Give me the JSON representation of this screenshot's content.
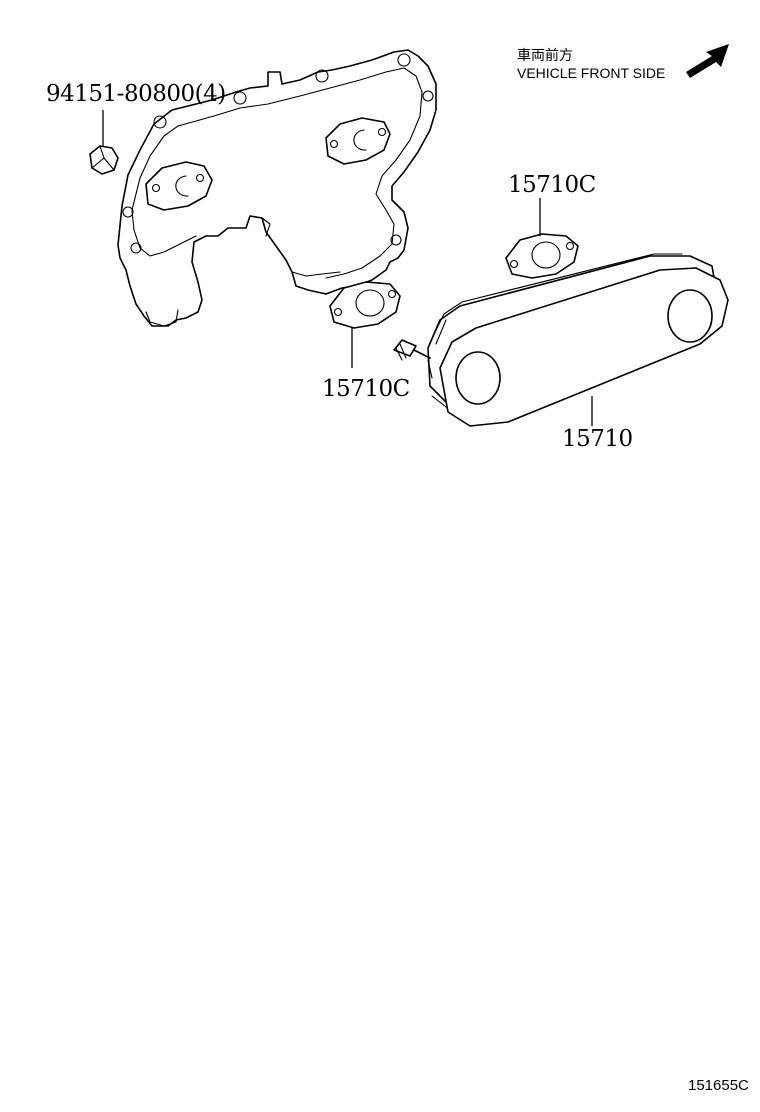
{
  "orientation": {
    "label_jp": "車両前方",
    "label_en": "VEHICLE FRONT SIDE",
    "arrow_icon": "arrow-up-right-icon"
  },
  "parts": {
    "bolt": {
      "number": "94151-80800",
      "quantity": "(4)"
    },
    "gasket_upper": {
      "number": "15710C"
    },
    "gasket_lower": {
      "number": "15710C"
    },
    "oil_cooler": {
      "number": "15710"
    }
  },
  "illustration_code": "151655C",
  "colors": {
    "ink": "#000000",
    "paper": "#ffffff"
  }
}
